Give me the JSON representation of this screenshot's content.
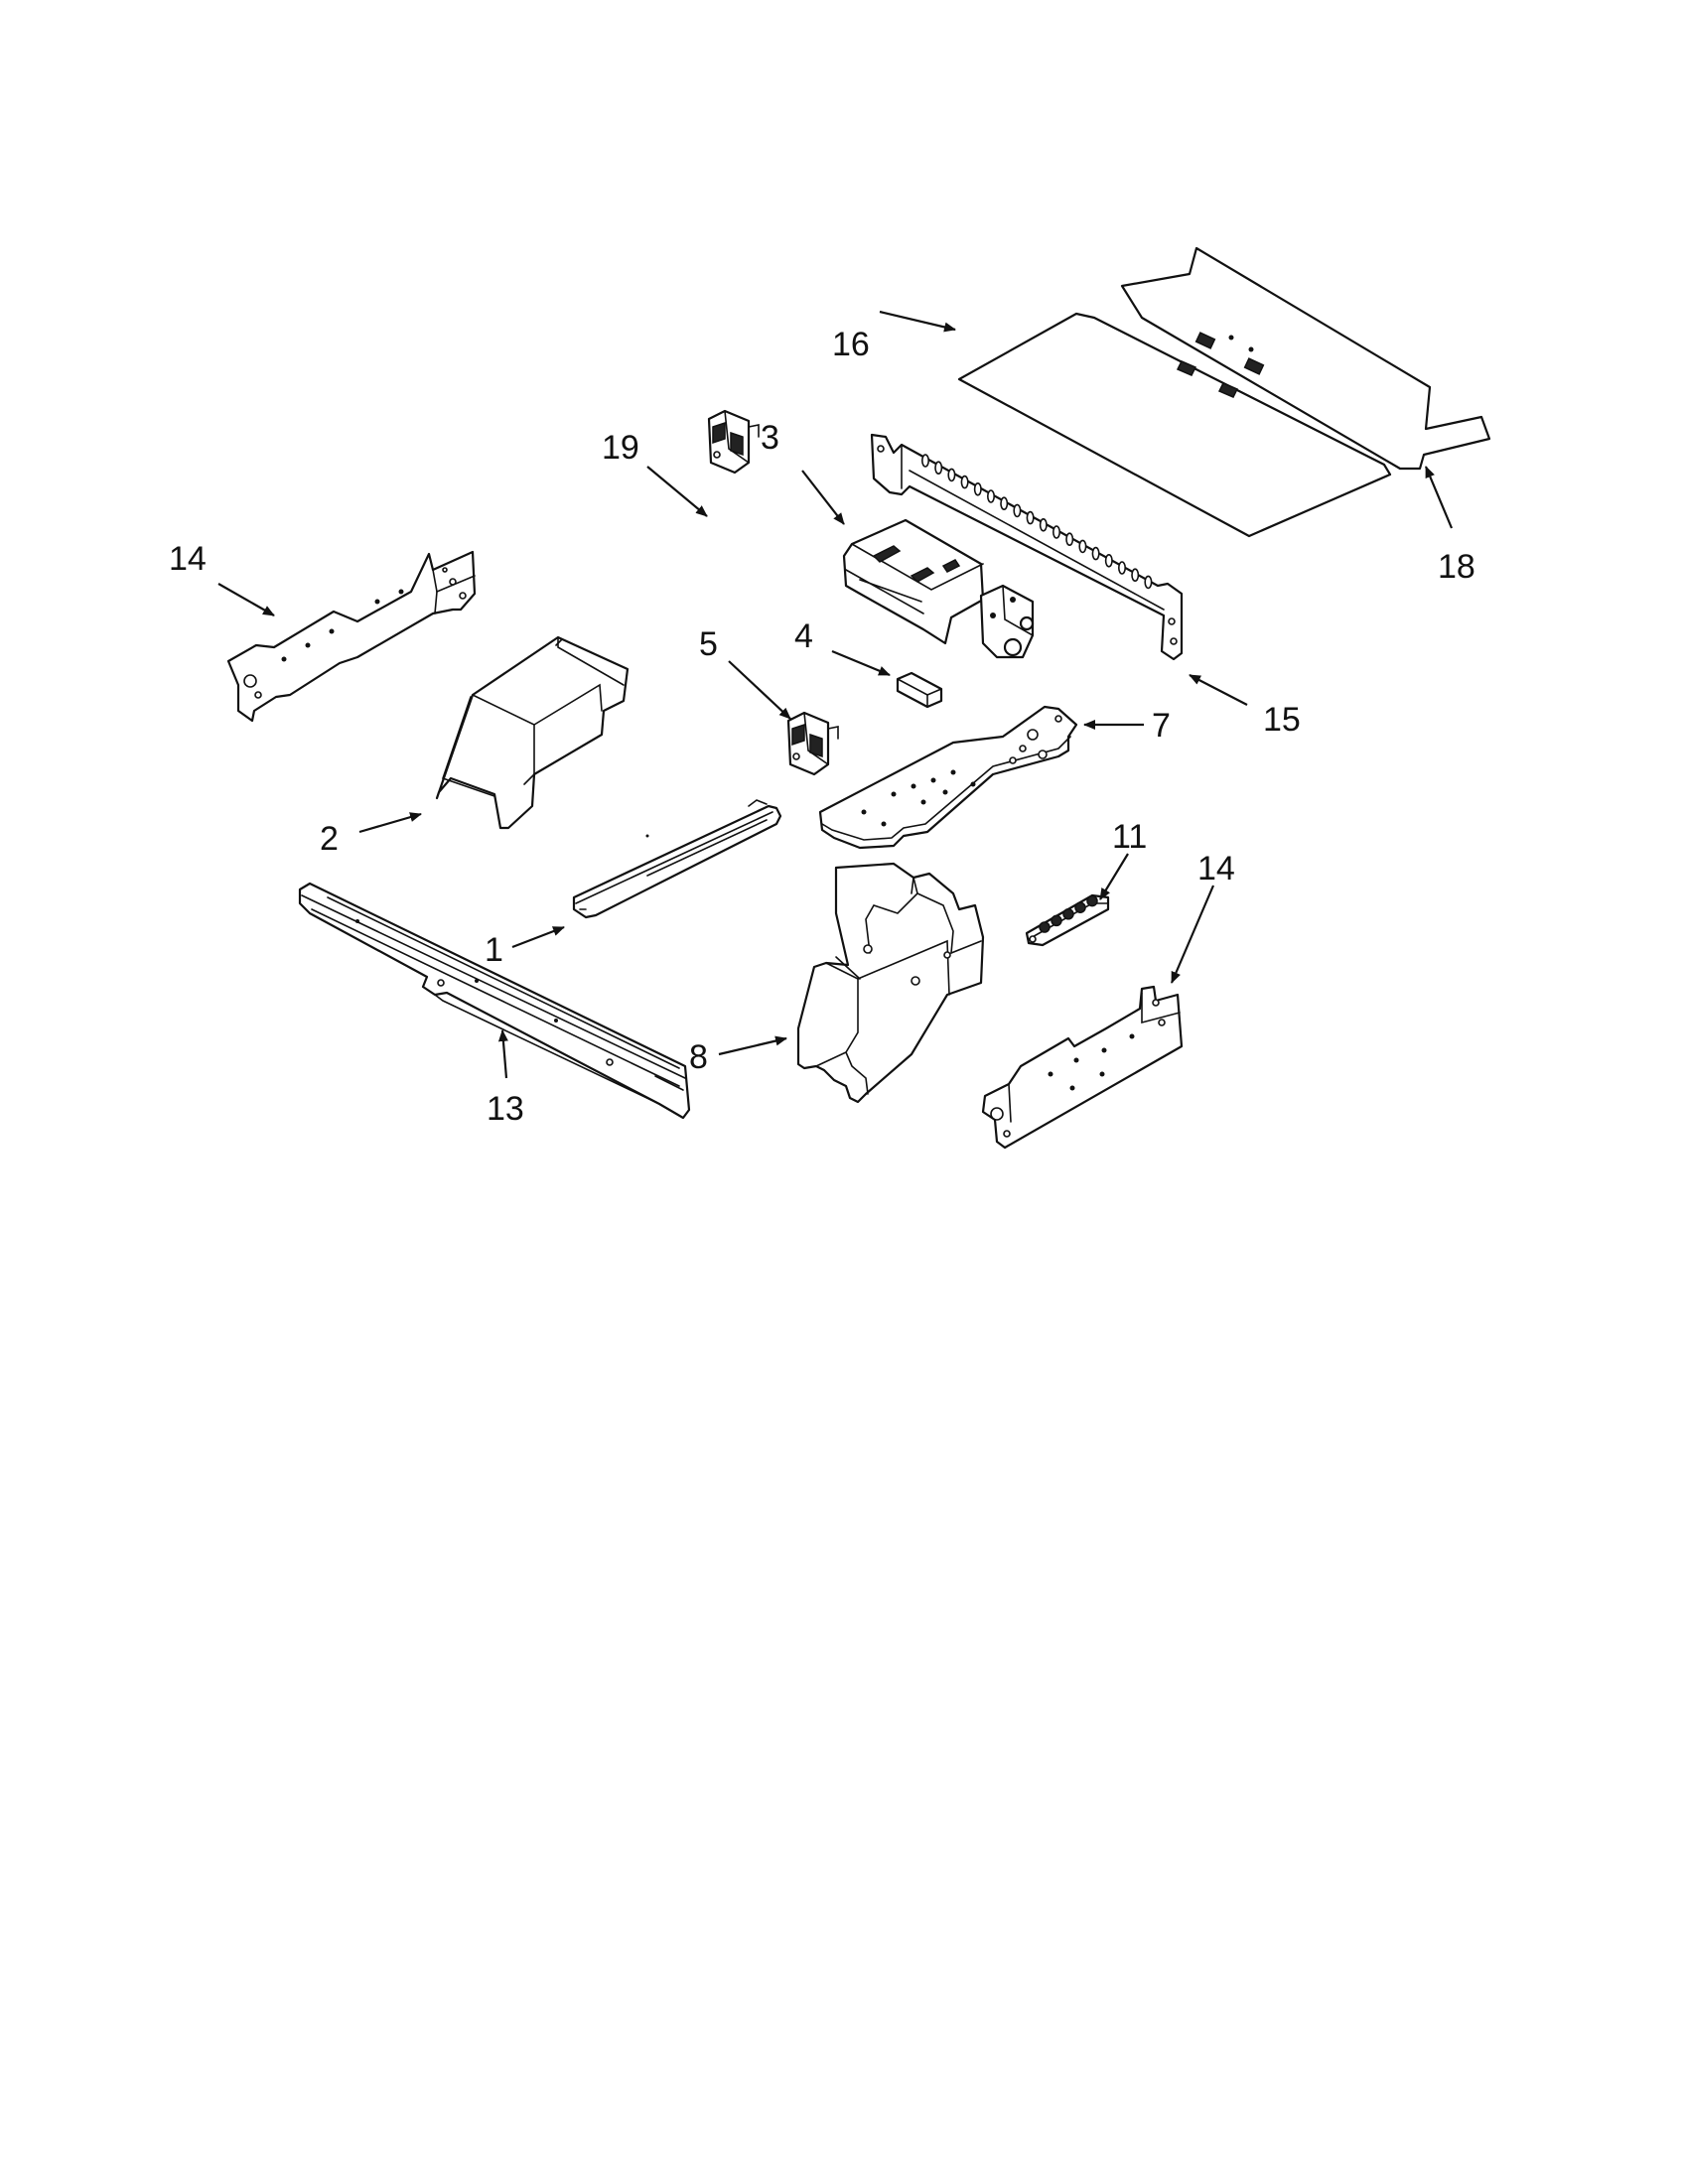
{
  "callouts": {
    "c1": "1",
    "c2": "2",
    "c3": "3",
    "c4": "4",
    "c5": "5",
    "c7": "7",
    "c8": "8",
    "c11": "11",
    "c13": "13",
    "c14_left": "14",
    "c14_right": "14",
    "c15": "15",
    "c16": "16",
    "c18": "18",
    "c19": "19"
  }
}
